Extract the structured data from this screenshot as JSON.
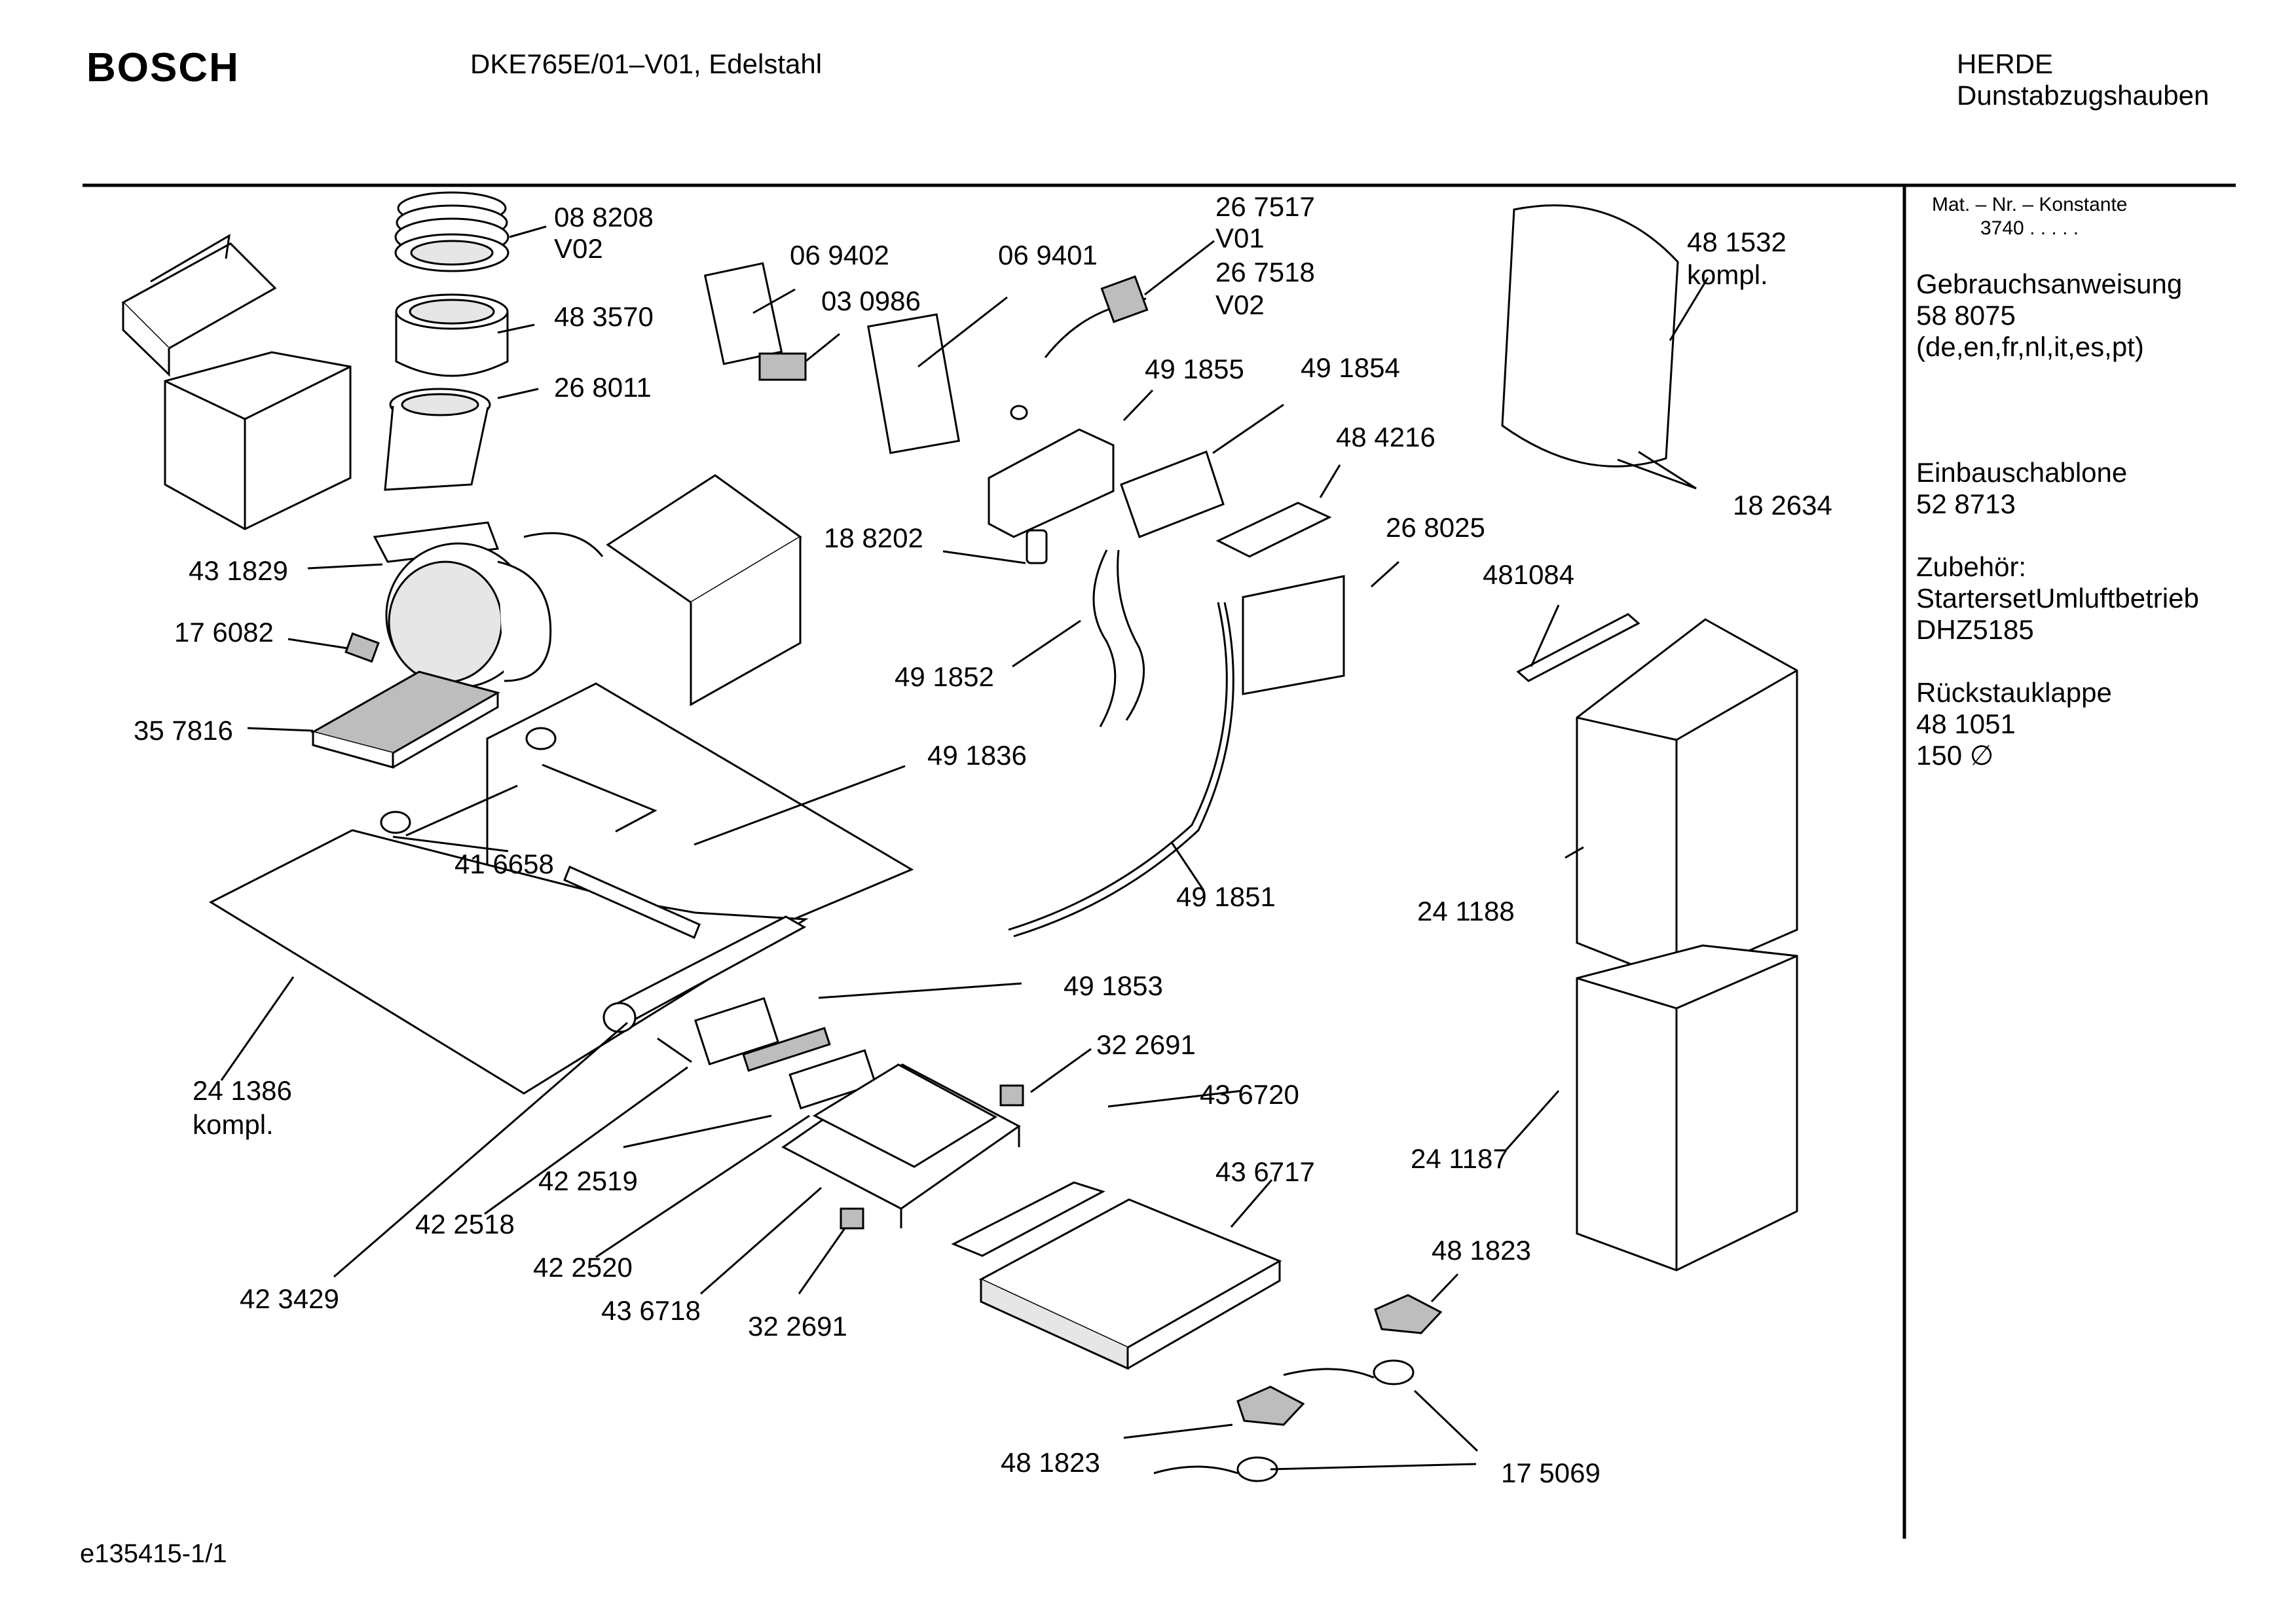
{
  "header": {
    "brand": "BOSCH",
    "model": "DKE765E/01–V01,  Edelstahl",
    "category_line1": "HERDE",
    "category_line2": "Dunstabzugshauben"
  },
  "sidebar": {
    "mat_header": "Mat. – Nr. – Konstante",
    "mat_value": "3740  .  .  .  .  .",
    "blocks": [
      {
        "lines": [
          "Gebrauchsanweisung",
          "58 8075",
          "(de,en,fr,nl,it,es,pt)"
        ]
      },
      {
        "lines": [
          "Einbauschablone",
          "52 8713"
        ]
      },
      {
        "lines": [
          "Zubehör:",
          "StartersetUmluftbetrieb",
          "DHZ5185"
        ]
      },
      {
        "lines": [
          "Rückstauklappe",
          "48 1051",
          "150 ∅"
        ]
      }
    ]
  },
  "footer": {
    "code": "e135415-1/1"
  },
  "parts": [
    {
      "id": "p088208",
      "number": "08 8208"
    },
    {
      "id": "pV02a",
      "number": "V02"
    },
    {
      "id": "p483570",
      "number": "48 3570"
    },
    {
      "id": "p268011",
      "number": "26 8011"
    },
    {
      "id": "p069402",
      "number": "06 9402"
    },
    {
      "id": "p030986",
      "number": "03 0986"
    },
    {
      "id": "p069401",
      "number": "06 9401"
    },
    {
      "id": "p267517",
      "number": "26 7517"
    },
    {
      "id": "pV01",
      "number": "V01"
    },
    {
      "id": "p267518",
      "number": "26 7518"
    },
    {
      "id": "pV02b",
      "number": "V02"
    },
    {
      "id": "p481532",
      "number": "48 1532"
    },
    {
      "id": "pkompl1",
      "number": "kompl."
    },
    {
      "id": "p491855",
      "number": "49 1855"
    },
    {
      "id": "p491854",
      "number": "49 1854"
    },
    {
      "id": "p484216",
      "number": "48 4216"
    },
    {
      "id": "p182634",
      "number": "18 2634"
    },
    {
      "id": "p431829",
      "number": "43 1829"
    },
    {
      "id": "p188202",
      "number": "18 8202"
    },
    {
      "id": "p268025",
      "number": "26 8025"
    },
    {
      "id": "p176082",
      "number": "17 6082"
    },
    {
      "id": "p481084",
      "number": "481084"
    },
    {
      "id": "p491852",
      "number": "49 1852"
    },
    {
      "id": "p357816",
      "number": "35 7816"
    },
    {
      "id": "p491836",
      "number": "49 1836"
    },
    {
      "id": "p416658",
      "number": "41 6658"
    },
    {
      "id": "p491851",
      "number": "49 1851"
    },
    {
      "id": "p241188",
      "number": "24 1188"
    },
    {
      "id": "p491853",
      "number": "49 1853"
    },
    {
      "id": "p322691a",
      "number": "32 2691"
    },
    {
      "id": "p241386",
      "number": "24 1386"
    },
    {
      "id": "pkompl2",
      "number": "kompl."
    },
    {
      "id": "p436720",
      "number": "43 6720"
    },
    {
      "id": "p422519",
      "number": "42 2519"
    },
    {
      "id": "p436717",
      "number": "43 6717"
    },
    {
      "id": "p241187",
      "number": "24 1187"
    },
    {
      "id": "p422518",
      "number": "42 2518"
    },
    {
      "id": "p481823a",
      "number": "48 1823"
    },
    {
      "id": "p422520",
      "number": "42 2520"
    },
    {
      "id": "p423429",
      "number": "42 3429"
    },
    {
      "id": "p436718",
      "number": "43 6718"
    },
    {
      "id": "p322691b",
      "number": "32 2691"
    },
    {
      "id": "p481823b",
      "number": "48 1823"
    },
    {
      "id": "p175069",
      "number": "17 5069"
    }
  ]
}
